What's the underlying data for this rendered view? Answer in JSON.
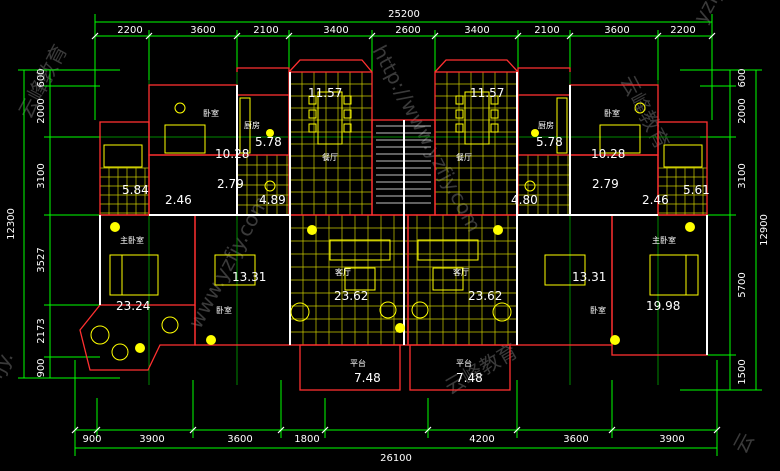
{
  "colors": {
    "background": "#000000",
    "dimension_lines": "#00ff00",
    "walls": "#ff3030",
    "fixtures": "#ffff00",
    "text": "#ffffff",
    "watermark": "#3a3a3a"
  },
  "dimensions": {
    "top_total": "25200",
    "top_segments": [
      "2200",
      "3600",
      "2100",
      "3400",
      "2600",
      "3400",
      "2100",
      "3600",
      "2200"
    ],
    "bottom_total": "26100",
    "bottom_segments": [
      "900",
      "3900",
      "3600",
      "1800",
      "4200",
      "3600",
      "3900"
    ],
    "left_total": "12300",
    "left_segments": [
      "600",
      "2000",
      "3100",
      "3527",
      "2173",
      "900"
    ],
    "right_total": "12900",
    "right_segments": [
      "600",
      "2000",
      "3100",
      "5700",
      "1500"
    ]
  },
  "rooms": {
    "left": {
      "dining": "11.57",
      "kitchen": "5.78",
      "bedroom_top": "10.28",
      "bath": "5.84",
      "hall_small": "2.79",
      "closet": "2.46",
      "utility": "4.89",
      "bedroom_mid": "13.31",
      "master": "23.24",
      "living": "23.62",
      "balcony": "7.48"
    },
    "right": {
      "dining": "11.57",
      "kitchen": "5.78",
      "bedroom_top": "10.28",
      "bath": "5.61",
      "hall_small": "2.79",
      "closet": "2.46",
      "utility": "4.80",
      "bedroom_mid": "13.31",
      "master": "19.98",
      "living": "23.62",
      "balcony": "7.48"
    }
  },
  "room_names": {
    "bedroom": "卧室",
    "kitchen": "厨房",
    "dining": "餐厅",
    "living": "客厅",
    "master": "主卧室",
    "balcony": "平台"
  },
  "watermark": {
    "url_top": "http://www.yzfjy.com",
    "url_bottom": "www.yzfjy.com",
    "corner": "yzfjy.",
    "corner_bottom": "云",
    "brand": "云峰教育"
  }
}
